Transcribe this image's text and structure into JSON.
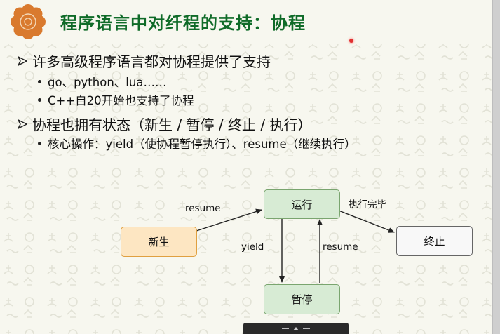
{
  "title": "程序语言中对纤程的支持：协程",
  "bullets": [
    {
      "text": "许多高级程序语言都对协程提供了支持",
      "subs": [
        "go、python、lua……",
        "C++自20开始也支持了协程"
      ]
    },
    {
      "text": "协程也拥有状态（新生 / 暂停 / 终止 / 执行）",
      "subs": [
        "核心操作：yield（使协程暂停执行）、resume（继续执行）"
      ]
    }
  ],
  "diagram": {
    "nodes": {
      "new": "新生",
      "running": "运行",
      "paused": "暂停",
      "terminated": "终止"
    },
    "edges": {
      "new_to_running": "resume",
      "running_to_terminated": "执行完毕",
      "running_to_paused": "yield",
      "paused_to_running": "resume"
    }
  },
  "colors": {
    "title": "#0f6b28",
    "logo": "#d97a2e",
    "node_new_fill": "#fde6c2",
    "node_state_fill": "#d7ebd4",
    "node_end_fill": "#f8f8f8"
  },
  "icons": {
    "logo": "orange-flower-logo-icon",
    "bullet": "outline-arrow-icon"
  }
}
